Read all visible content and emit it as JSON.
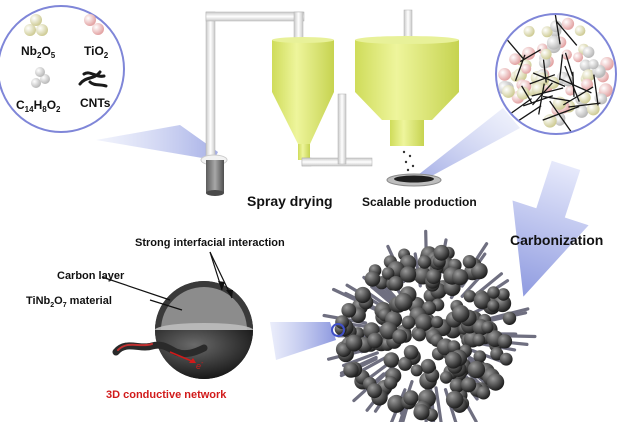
{
  "raw_materials": {
    "nb2o5": {
      "base": "Nb",
      "sub1": "2",
      "mid": "O",
      "sub2": "5"
    },
    "tio2": {
      "base": "TiO",
      "sub1": "2"
    },
    "c14h8o2": {
      "c": "C",
      "s1": "14",
      "h": "H",
      "s2": "8",
      "o": "O",
      "s3": "2"
    },
    "cnts": "CNTs"
  },
  "process": {
    "spray_drying": "Spray drying",
    "scalable_production": "Scalable production",
    "carbonization": "Carbonization"
  },
  "particle": {
    "interaction": "Strong interfacial interaction",
    "carbon_layer": "Carbon layer",
    "material": {
      "base": "TiNb",
      "sub1": "2",
      "mid": "O",
      "sub2": "7",
      "rest": " material"
    },
    "electron": "e",
    "electron_sup": "-",
    "network": "3D conductive network"
  },
  "colors": {
    "nb2o5_sphere": "#e7e5c0",
    "tio2_sphere": "#f0c7c7",
    "carbon_sphere": "#eeeeee",
    "cyclone": "#e3ee82",
    "arrow": "#aab3e8",
    "network_label": "#d11a1a",
    "particle_shell": "#2b2b2b"
  }
}
